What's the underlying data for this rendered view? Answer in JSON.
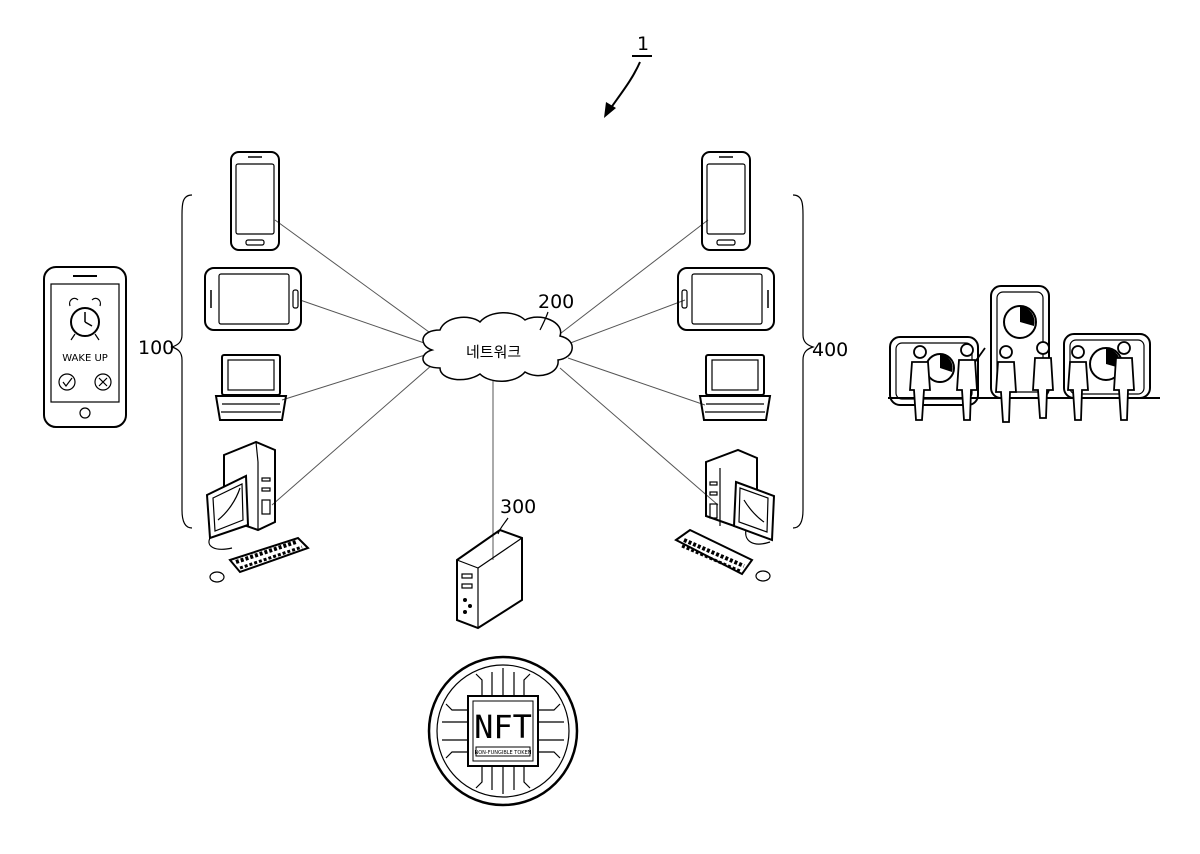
{
  "figure": {
    "system_ref": "1",
    "group_left_ref": "100",
    "network_ref": "200",
    "server_ref": "300",
    "group_right_ref": "400",
    "network_label": "네트워크"
  },
  "alarm_phone": {
    "screen_text": "WAKE UP"
  },
  "nft_token": {
    "title": "NFT",
    "caption": "NON-FUNGIBLE TOKEN"
  }
}
